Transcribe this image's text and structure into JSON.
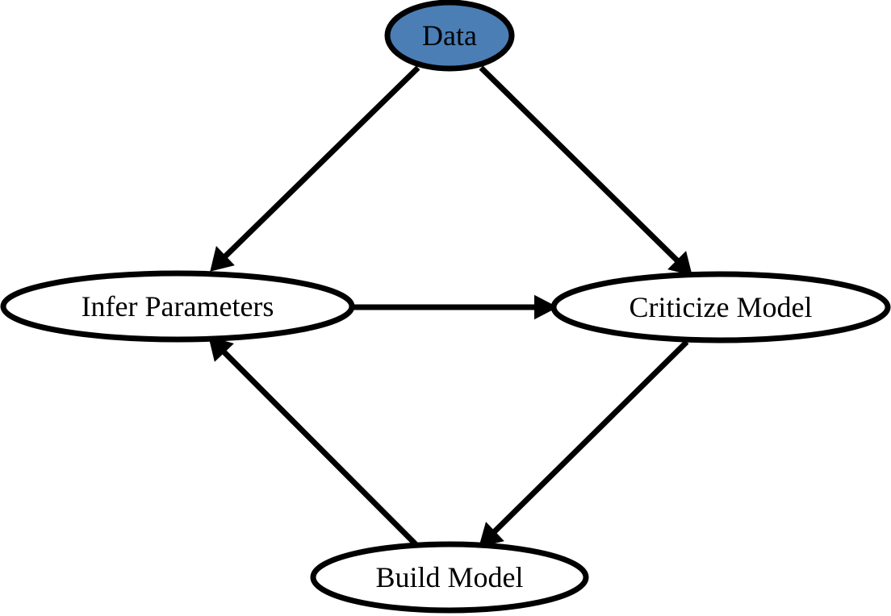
{
  "diagram": {
    "nodes": {
      "data": {
        "label": "Data",
        "fill": "#4a7eb5"
      },
      "infer": {
        "label": "Infer Parameters",
        "fill": "#ffffff"
      },
      "criticize": {
        "label": "Criticize Model",
        "fill": "#ffffff"
      },
      "build": {
        "label": "Build Model",
        "fill": "#ffffff"
      }
    },
    "edges": [
      {
        "from": "data",
        "to": "infer"
      },
      {
        "from": "data",
        "to": "criticize"
      },
      {
        "from": "infer",
        "to": "criticize"
      },
      {
        "from": "criticize",
        "to": "build"
      },
      {
        "from": "build",
        "to": "infer"
      }
    ],
    "colors": {
      "stroke": "#000000",
      "background": "#ffffff"
    }
  }
}
